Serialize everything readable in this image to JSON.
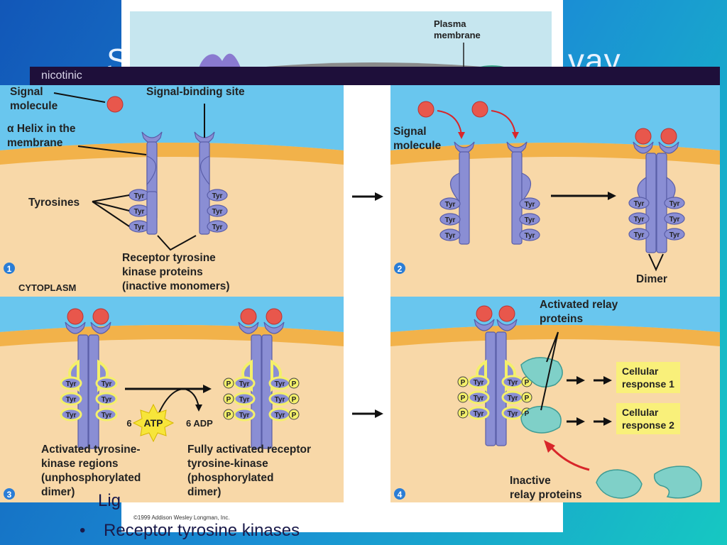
{
  "slide": {
    "title_left": "S",
    "title_right": "vay",
    "bullet_1": "Lig",
    "bullet_2": "Receptor tyrosine kinases",
    "bullet_marker": "•"
  },
  "background_figure": {
    "plasma_membrane_label": "Plasma\nmembrane",
    "overlay_bar_label": "nicotinic"
  },
  "panels": {
    "p1": {
      "step": "1",
      "signal_molecule": "Signal\nmolecule",
      "signal_binding_site": "Signal-binding site",
      "alpha_helix": "α Helix in the\nmembrane",
      "tyrosines": "Tyrosines",
      "receptor_proteins": "Receptor tyrosine\nkinase proteins\n(inactive monomers)",
      "cytoplasm": "CYTOPLASM"
    },
    "p2": {
      "step": "2",
      "signal_molecule": "Signal\nmolecule",
      "dimer": "Dimer"
    },
    "p3": {
      "step": "3",
      "atp": "ATP",
      "atp_count": "6",
      "adp": "6 ADP",
      "activated_regions": "Activated tyrosine-\nkinase regions\n(unphosphorylated\ndimer)",
      "fully_activated": "Fully activated receptor\ntyrosine-kinase\n(phosphorylated\ndimer)"
    },
    "p4": {
      "step": "4",
      "activated_relay": "Activated relay\nproteins",
      "response_1": "Cellular\nresponse 1",
      "response_2": "Cellular\nresponse 2",
      "inactive_relay": "Inactive\nrelay proteins"
    },
    "tyr_label": "Tyr",
    "p_label": "P",
    "credit": "©1999 Addison Wesley Longman, Inc."
  },
  "colors": {
    "extracellular": "#69c6ee",
    "membrane": "#f2b24a",
    "cytoplasm": "#f8d8a8",
    "receptor": "#8a8ed4",
    "signal": "#e8574c",
    "relay": "#7fd0c8",
    "highlight": "#f4f06a",
    "arrow_red": "#d8262a"
  }
}
